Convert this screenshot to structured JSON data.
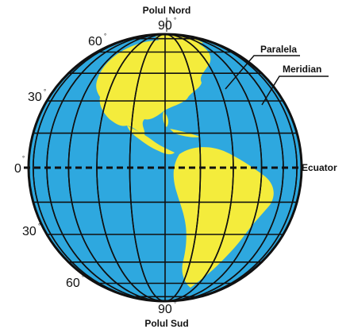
{
  "labels": {
    "north_pole": "Polul Nord",
    "south_pole": "Polul Sud",
    "parallel": "Paralela",
    "meridian": "Meridian",
    "equator": "Ecuator"
  },
  "degrees": {
    "north_90": "90",
    "north_60": "60",
    "north_30": "30",
    "equator_0": "0",
    "south_30": "30",
    "south_60": "60",
    "south_90": "90",
    "degree_mark": "°"
  },
  "colors": {
    "ocean": "#2ea8df",
    "land": "#f4ec3c",
    "grid": "#101010",
    "outline": "#101010"
  }
}
